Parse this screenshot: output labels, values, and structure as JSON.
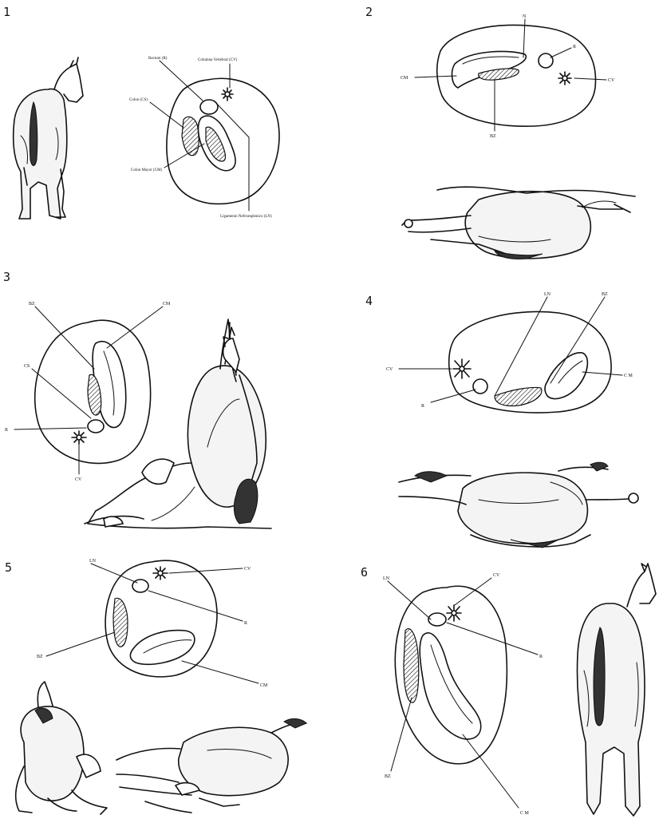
{
  "panels": [
    {
      "number": "1",
      "labels": {
        "rectum": "Rectum (R)",
        "vertebral_column": "Columna Vertebral (CV)",
        "small_colon": "Colon (CS)",
        "large_colon": "Colon Mayor (CM)",
        "ligament": "Ligamento Nefroesplenico (LN)"
      }
    },
    {
      "number": "2",
      "labels": {
        "top": "N",
        "right_top": "R",
        "left": "CM",
        "right": "CV",
        "bottom": "BZ"
      }
    },
    {
      "number": "3",
      "labels": {
        "bz": "BZ",
        "cm": "CM",
        "cs": "CS",
        "r": "R",
        "cv": "CV"
      }
    },
    {
      "number": "4",
      "labels": {
        "ln": "LN",
        "bz": "BZ",
        "cv": "CV",
        "cm": "C M",
        "r": "R"
      }
    },
    {
      "number": "5",
      "labels": {
        "ln": "LN",
        "cv": "CV",
        "r": "R",
        "bz": "BZ",
        "cm": "CM"
      }
    },
    {
      "number": "6",
      "labels": {
        "ln": "LN",
        "cv": "CV",
        "r": "R",
        "bz": "BZ",
        "cm": "C M"
      }
    }
  ]
}
